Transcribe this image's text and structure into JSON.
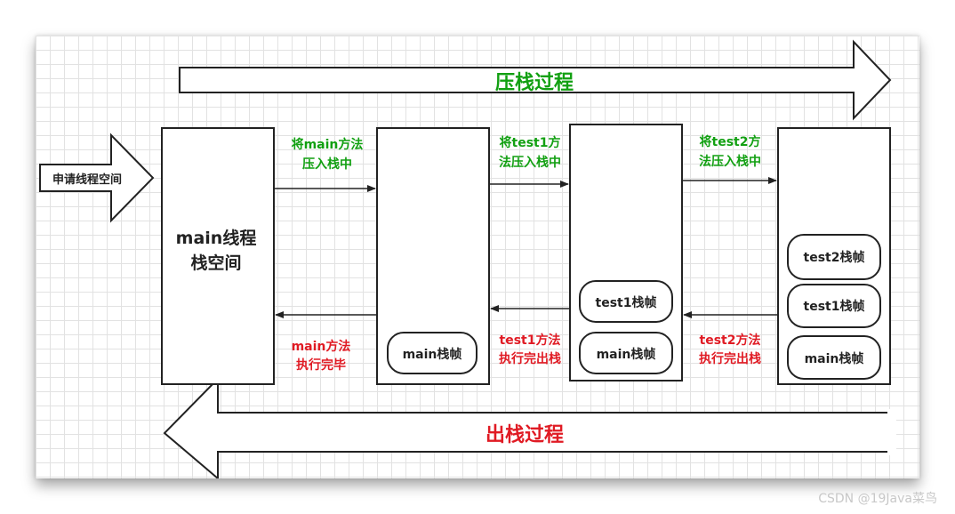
{
  "colors": {
    "push_green": "#12a012",
    "pop_red": "#e01b24",
    "outline": "#222222",
    "grid": "#e2e2e2"
  },
  "diagram": {
    "push_process": "压栈过程",
    "pop_process": "出栈过程",
    "request_space": "申请线程空间",
    "main_stack_line1": "main线程",
    "main_stack_line2": "栈空间",
    "push_main_line1": "将main方法",
    "push_main_line2": "压入栈中",
    "push_test1_line1": "将test1方",
    "push_test1_line2": "法压入栈中",
    "push_test2_line1": "将test2方",
    "push_test2_line2": "法压入栈中",
    "pop_main_line1": "main方法",
    "pop_main_line2": "执行完毕",
    "pop_test1_line1": "test1方法",
    "pop_test1_line2": "执行完出栈",
    "pop_test2_line1": "test2方法",
    "pop_test2_line2": "执行完出栈",
    "frames": {
      "main": "main栈帧",
      "test1": "test1栈帧",
      "test2": "test2栈帧"
    }
  },
  "watermark": "CSDN @19Java菜鸟"
}
